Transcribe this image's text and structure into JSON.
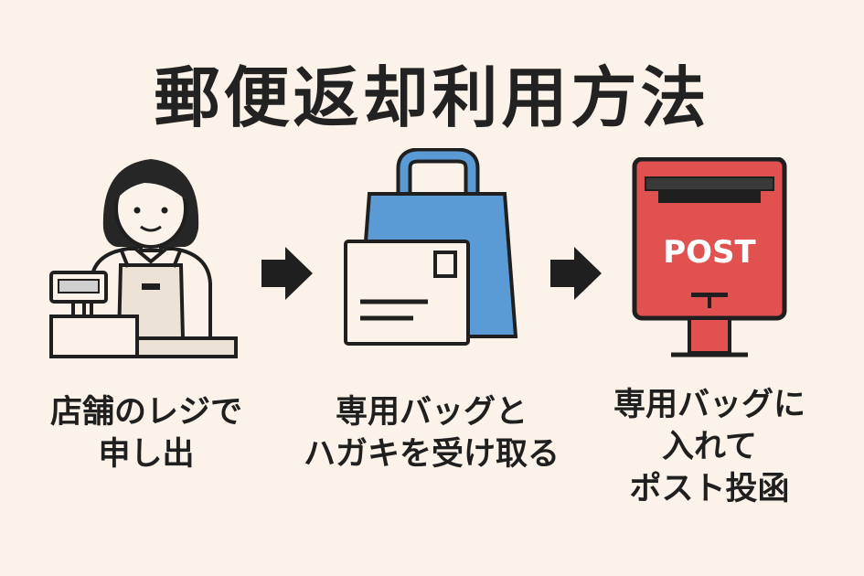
{
  "title": "郵便返却利用方法",
  "post_label": "POST",
  "colors": {
    "background": "#fbf3ea",
    "bag_blue": "#5a9bd5",
    "postbox_red": "#e05150",
    "outline": "#1f1f1f"
  },
  "icons": [
    "cashier-icon",
    "arrow-right-icon",
    "bag-and-postcard-icon",
    "arrow-right-icon",
    "postbox-icon"
  ],
  "steps": [
    {
      "lines": [
        "店舗のレジで",
        "申し出"
      ]
    },
    {
      "lines": [
        "専用バッグと",
        "ハガキを受け取る"
      ]
    },
    {
      "lines": [
        "専用バッグに",
        "入れて",
        "ポスト投函"
      ]
    }
  ]
}
